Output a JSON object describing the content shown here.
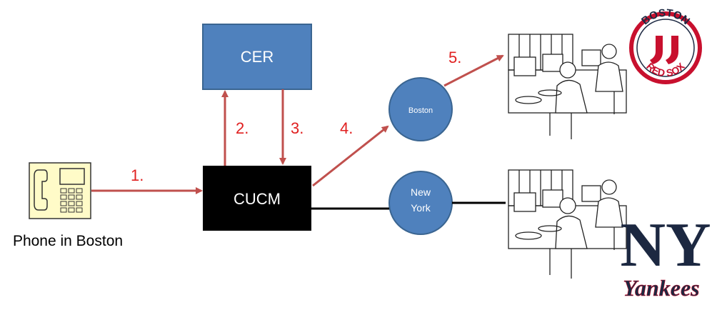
{
  "nodes": {
    "cer": {
      "label": "CER"
    },
    "cucm": {
      "label": "CUCM"
    },
    "boston": {
      "label": "Boston"
    },
    "new_york": {
      "line1": "New",
      "line2": "York"
    },
    "phone": {
      "caption": "Phone in Boston"
    }
  },
  "steps": [
    "1.",
    "2.",
    "3.",
    "4.",
    "5."
  ],
  "logos": {
    "red_sox": {
      "top": "BOSTON",
      "bottom": "RED SOX"
    },
    "yankees": {
      "monogram": "NY",
      "script": "Yankees"
    }
  },
  "colors": {
    "box_blue": "#4f81bd",
    "box_border": "#3a6591",
    "cucm_black": "#000000",
    "arrow_red": "#c0504d",
    "step_red": "#e02020",
    "phone_fill": "#fffbc8",
    "red_sox_red": "#c8102e",
    "yankees_navy": "#1c2841"
  },
  "icons": [
    "desk-phone-icon",
    "dispatch-center-icon",
    "red-sox-logo",
    "yankees-logo"
  ]
}
